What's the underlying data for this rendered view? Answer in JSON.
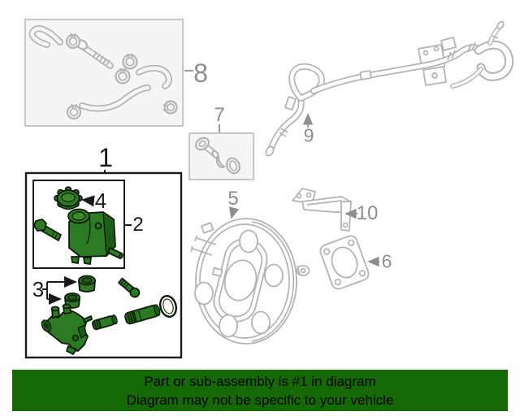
{
  "banner": {
    "line1": "Part or sub-assembly is #1 in diagram",
    "line2": "Diagram may not be specific to your vehicle"
  },
  "callouts": {
    "c1": {
      "label": "1"
    },
    "c2": {
      "label": "2"
    },
    "c3": {
      "label": "3"
    },
    "c4": {
      "label": "4"
    },
    "c5": {
      "label": "5"
    },
    "c6": {
      "label": "6"
    },
    "c7": {
      "label": "7"
    },
    "c8": {
      "label": "8"
    },
    "c9": {
      "label": "9"
    },
    "c10": {
      "label": "10"
    }
  },
  "colors": {
    "highlight_green": "#2c7a24",
    "highlight_green_dark": "#1d5c17",
    "banner_green": "#146905",
    "diagram_line_gray": "#b3b3b3",
    "callout_gray": "#8e8e8e",
    "callout_black": "#1a1a1a"
  }
}
